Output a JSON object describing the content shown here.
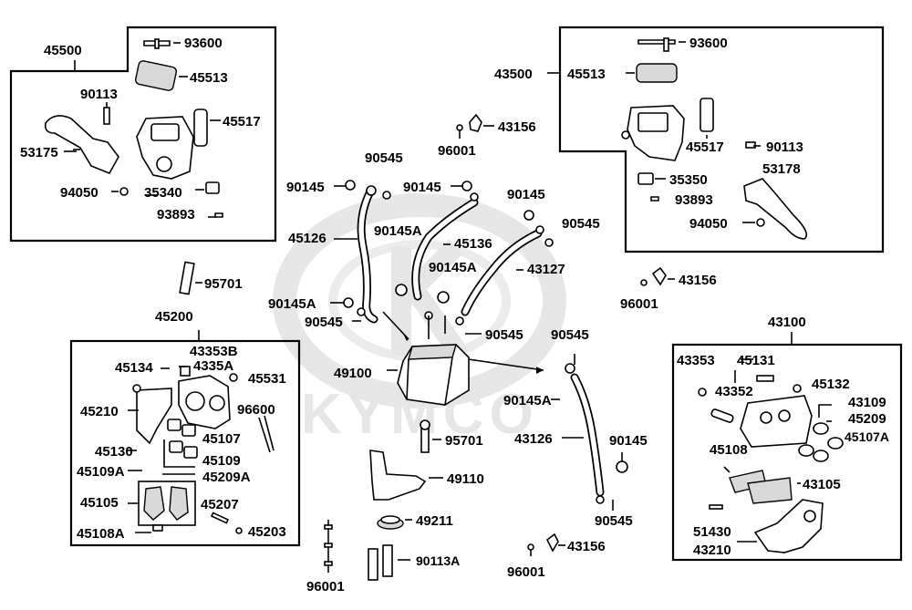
{
  "watermark": {
    "brand": "KYMCO"
  },
  "boxes": {
    "left_master": "45500",
    "right_master": "43500",
    "front_caliper": "45200",
    "rear_caliper": "43100"
  },
  "labels": {
    "l93600a": "93600",
    "l45513a": "45513",
    "l90113a": "90113",
    "l45517a": "45517",
    "l53175": "53175",
    "l94050a": "94050",
    "l35340": "35340",
    "l93893a": "93893",
    "l93600b": "93600",
    "l43500": "43500",
    "l45513b": "45513",
    "l43156a": "43156",
    "l96001a": "96001",
    "l45517b": "45517",
    "l90113b": "90113",
    "l53178": "53178",
    "l35350": "35350",
    "l93893b": "93893",
    "l94050b": "94050",
    "l90545a": "90545",
    "l90145a": "90145",
    "l90145b": "90145",
    "l90145c": "90145",
    "l90545b": "90545",
    "l45126": "45126",
    "l90145Aa": "90145A",
    "l45136": "45136",
    "l43127": "43127",
    "l90145Ab": "90145A",
    "l90145Ac": "90145A",
    "l90545c": "90545",
    "l90545d": "90545",
    "l95701a": "95701",
    "l43156b": "43156",
    "l96001b": "96001",
    "l45200": "45200",
    "l43353B": "43353B",
    "l45134": "45134",
    "l4335A": "4335A",
    "l45531": "45531",
    "l45210": "45210",
    "l96600": "96600",
    "l45107": "45107",
    "l45130": "45130",
    "l45109": "45109",
    "l45109A": "45109A",
    "l45209A": "45209A",
    "l45105": "45105",
    "l45207": "45207",
    "l45108A": "45108A",
    "l45203": "45203",
    "l49100": "49100",
    "l90545e": "90545",
    "l90145Ad": "90145A",
    "l43126": "43126",
    "l90145d": "90145",
    "l90545f": "90545",
    "l95701b": "95701",
    "l49110": "49110",
    "l49211": "49211",
    "l90113A": "90113A",
    "l96001c": "96001",
    "l43156c": "43156",
    "l96001d": "96001",
    "l43100": "43100",
    "l43353": "43353",
    "l45131": "45131",
    "l45132": "45132",
    "l43352": "43352",
    "l43109": "43109",
    "l45209": "45209",
    "l45107A": "45107A",
    "l45108": "45108",
    "l43105": "43105",
    "l51430": "51430",
    "l43210": "43210"
  }
}
